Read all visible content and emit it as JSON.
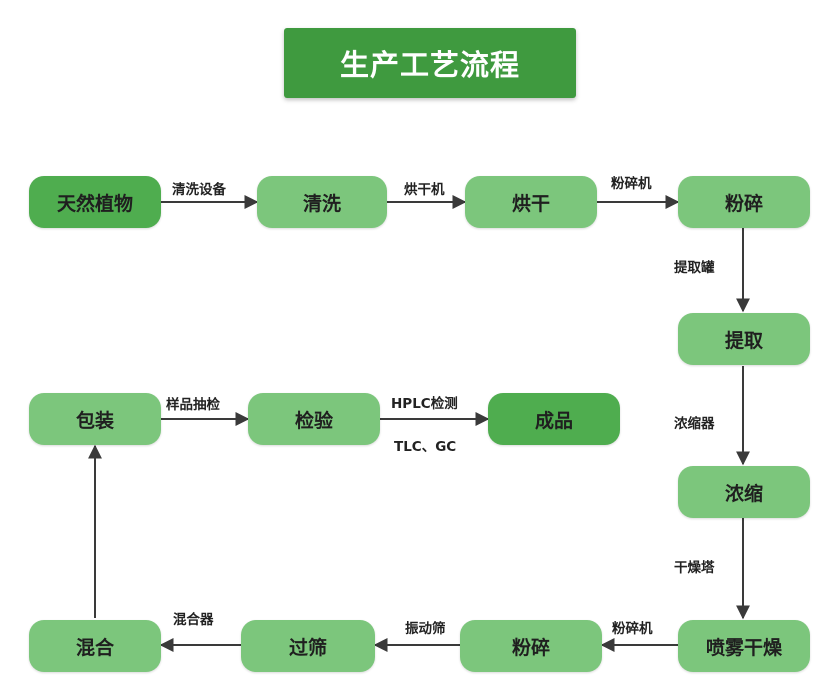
{
  "title": "生产工艺流程",
  "nodes": {
    "n1": "天然植物",
    "n2": "清洗",
    "n3": "烘干",
    "n4": "粉碎",
    "n5": "提取",
    "n6": "浓缩",
    "n7": "喷雾干燥",
    "n8": "粉碎",
    "n9": "过筛",
    "n10": "混合",
    "n11": "包装",
    "n12": "检验",
    "n13": "成品"
  },
  "labels": {
    "e1": "清洗设备",
    "e2": "烘干机",
    "e3": "粉碎机",
    "e4": "提取罐",
    "e5": "浓缩器",
    "e6": "干燥塔",
    "e7": "粉碎机",
    "e8": "振动筛",
    "e9": "混合器",
    "e11": "样品抽检",
    "e12a": "HPLC检测",
    "e12b": "TLC、GC"
  },
  "colors": {
    "title_bg": "#3f9a3f",
    "node_light": "#7cc67c",
    "node_dark": "#4fad4f",
    "arrow": "#3a3a3a"
  }
}
